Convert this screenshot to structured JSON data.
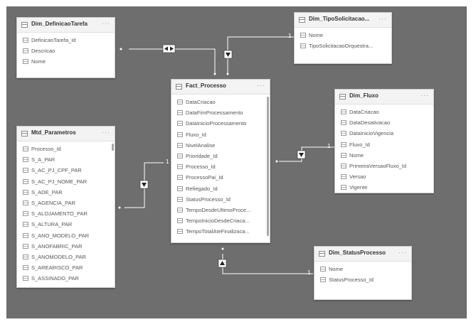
{
  "relationship_labels": {
    "one": "1"
  },
  "tables": {
    "dim_definicao_tarefa": {
      "title": "Dim_DefinicaoTarefa",
      "fields": [
        "DefinicaoTarefa_Id",
        "Descricao",
        "Nome"
      ]
    },
    "dim_tipo_solicitacao": {
      "title": "Dim_TipoSolicitacao...",
      "fields": [
        "Nome",
        "TipoSolicitacaoOrquestra..."
      ]
    },
    "fact_processo": {
      "title": "Fact_Processo",
      "fields": [
        "DataCriacao",
        "DataFimProcessamento",
        "DataInicioProcessamento",
        "Fluxo_Id",
        "NivelAnalise",
        "Prioridade_Id",
        "Processo_Id",
        "ProcessoPai_Id",
        "Refiegado_Id",
        "StatusProcesso_Id",
        "TempoDesdeUltimoProce...",
        "TempoInicioDesdeCriaca...",
        "TempoTotalAteFinalizaca..."
      ]
    },
    "mtd_parametros": {
      "title": "Mtd_Parametros",
      "fields": [
        "Processo_Id",
        "S_A_PAR",
        "S_AC_PJ_CPF_PAR",
        "S_AC_PJ_NOME_PAR",
        "S_ADE_PAR",
        "S_AGENCIA_PAR",
        "S_ALOJAMENTO_PAR",
        "S_ALTURA_PAR",
        "S_ANO_MODELO_PAR",
        "S_ANOFABRIC_PAR",
        "S_ANOMODELO_PAR",
        "S_AREARISCO_PAR",
        "S_ASSINADO_PAR"
      ]
    },
    "dim_fluxo": {
      "title": "Dim_Fluxo",
      "fields": [
        "DataCriacao",
        "DataDesativacao",
        "DataInicioVigencia",
        "Fluxo_Id",
        "Nome",
        "PrimeiraVersaoFluxo_Id",
        "Versao",
        "Vigente"
      ]
    },
    "dim_status_processo": {
      "title": "Dim_StatusProcesso",
      "fields": [
        "Nome",
        "StatusProcesso_Id"
      ]
    }
  }
}
